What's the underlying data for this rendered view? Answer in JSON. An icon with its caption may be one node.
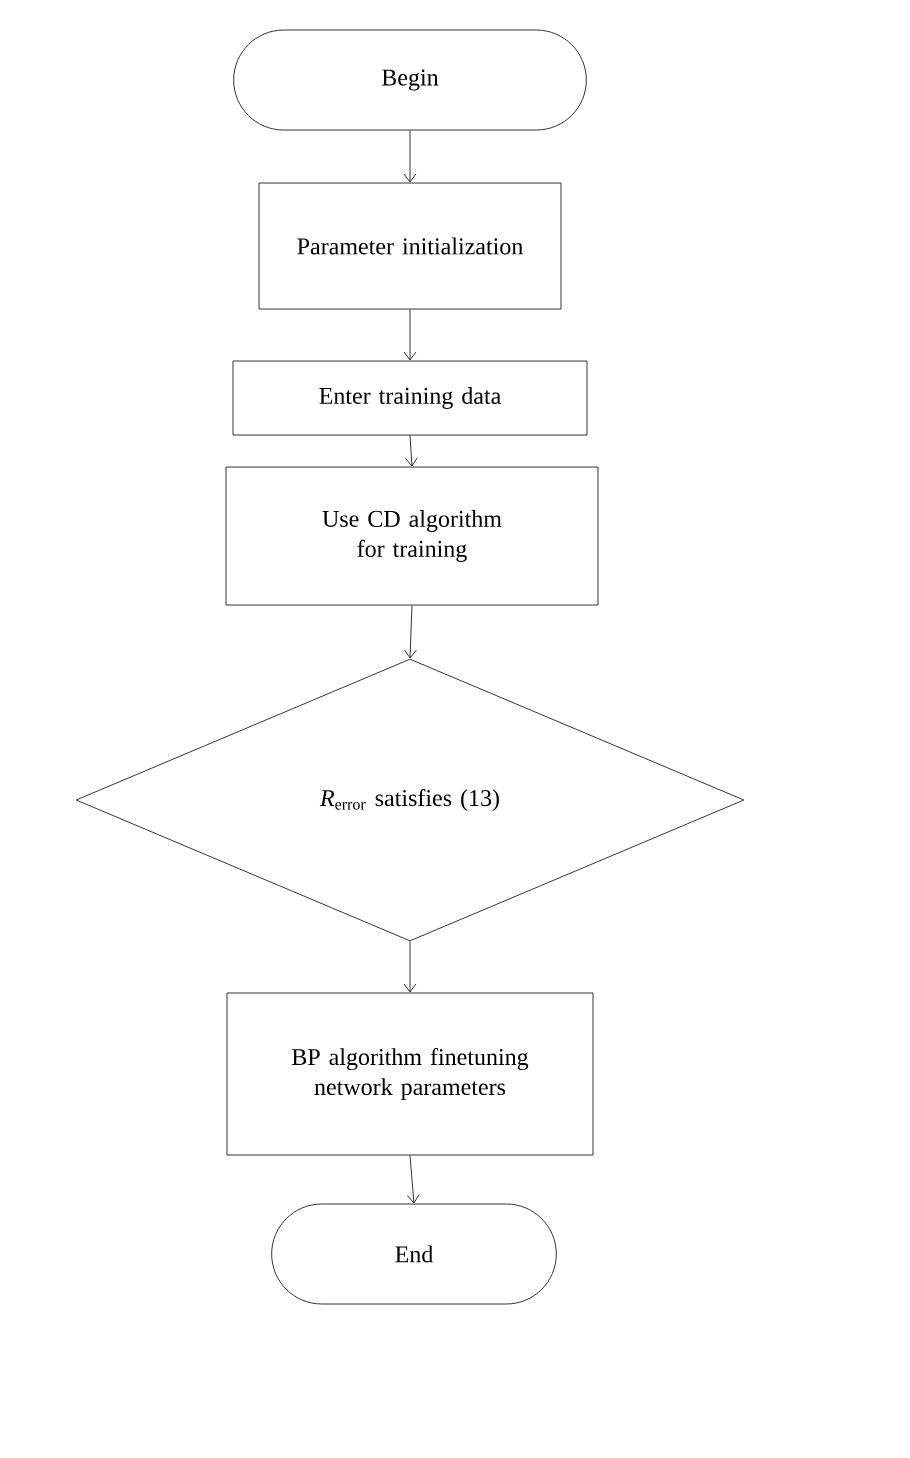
{
  "diagram": {
    "nodes": [
      {
        "text": [
          "Begin"
        ]
      },
      {
        "text": [
          "Parameter initialization"
        ]
      },
      {
        "text": [
          "Enter training data"
        ]
      },
      {
        "text": [
          "Use CD algorithm for training"
        ]
      },
      {
        "text": [
          "*R*$_{error}$ satisfies (13)"
        ]
      },
      {
        "text": [
          "BP algorithm finetuning network parameters"
        ]
      },
      {
        "text": [
          "End"
        ]
      }
    ],
    "edges": [
      {
        "from": 0,
        "to": 1,
        "arrow": "to"
      },
      {
        "from": 1,
        "to": 2,
        "arrow": "to"
      },
      {
        "from": 2,
        "to": 3,
        "arrow": "to"
      },
      {
        "from": 3,
        "to": 4,
        "arrow": "to"
      },
      {
        "from": 4,
        "to": 5,
        "arrow": "to"
      },
      {
        "from": 5,
        "to": 6,
        "arrow": "to"
      }
    ]
  }
}
